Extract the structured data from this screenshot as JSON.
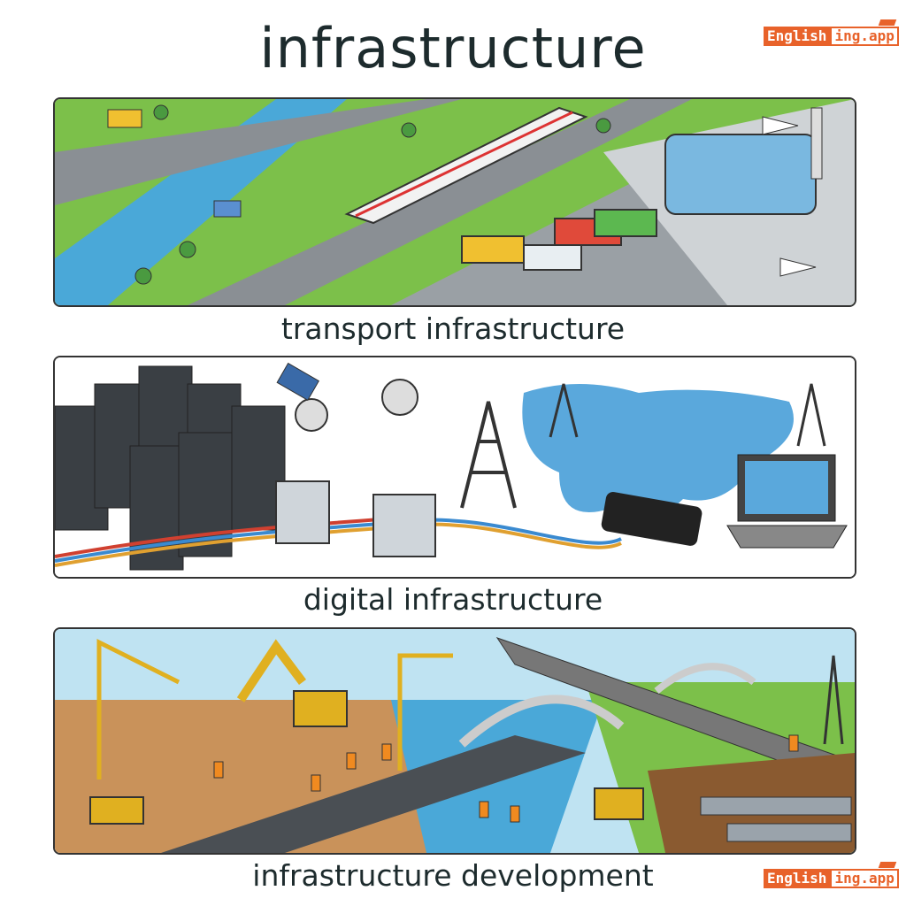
{
  "title": "infrastructure",
  "logo": {
    "part1": "English",
    "part2": "ing.app"
  },
  "panels": [
    {
      "caption": "transport infrastructure"
    },
    {
      "caption": "digital infrastructure"
    },
    {
      "caption": "infrastructure development"
    }
  ],
  "colors": {
    "accent": "#e8622a",
    "water": "#4aa8d8",
    "grass": "#7cc04a",
    "road": "#8a8f94"
  }
}
